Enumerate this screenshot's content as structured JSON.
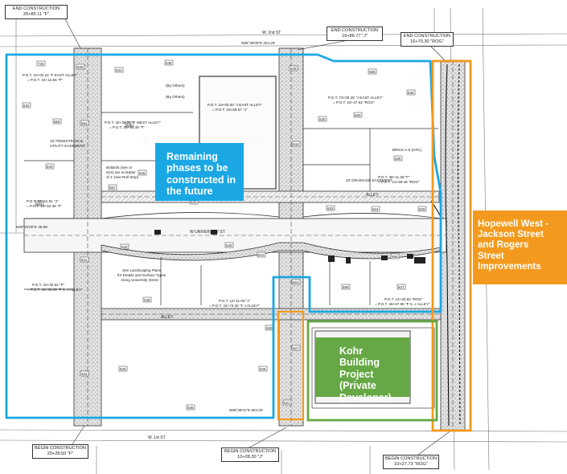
{
  "callouts": {
    "remaining": {
      "lines": [
        "Remaining",
        "phases to be",
        "constructed in",
        "the future"
      ],
      "color": "#1aa7e4"
    },
    "hopewell": {
      "lines": [
        "Hopewell West -",
        "Jackson Street",
        "and Rogers",
        "Street",
        "Improvements"
      ],
      "color": "#f39a1e"
    },
    "kohr": {
      "lines": [
        "Kohr Building",
        "Project",
        "(Private",
        "Developer)"
      ],
      "color": "#65a845"
    }
  },
  "construction_labels": {
    "end_1": {
      "title": "END CONSTRUCTION",
      "station": "26+85.11 \"F\""
    },
    "end_2": {
      "title": "END CONSTRUCTION",
      "station": "16+86.77 \"J\""
    },
    "end_3": {
      "title": "END CONSTRUCTION",
      "station": "16+70.30 \"ROG\""
    },
    "begin_1": {
      "title": "BEGIN CONSTRUCTION",
      "station": "20+28.50 \"F\""
    },
    "begin_2": {
      "title": "BEGIN CONSTRUCTION",
      "station": "10+28.30 \"J\""
    },
    "begin_3": {
      "title": "BEGIN CONSTRUCTION",
      "station": "10+27.73 \"ROG\""
    }
  },
  "street_labels": {
    "w_2nd": "W. 2nd ST",
    "w_university": "W UNIVERSITY ST",
    "w_1st": "W. 1st ST",
    "alley_north": "ALLEY",
    "alley_south": "ALLEY"
  },
  "plan_notes": {
    "pot_w1": "P.O.T. 10+02.22 \"F EAST ALLEY\"",
    "pot_w1b": "= P.O.T. 34+12.56 \"F\"",
    "pot_w2": "P.O.T. 32+25.00 \"F WEST ALLEY\"",
    "pot_w2b": "= P.O.T. 25+32.39 \"F\"",
    "pot_c1": "P.O.T. 10+00.00 \"J EAST ALLEY\"",
    "pot_c1b": "= P.O.T. 15+69.87 \"J\"",
    "pot_e1": "P.O.T. 72+00.28 \"J EAST ALLEY\"",
    "pot_e1b": "= P.O.T. 15+47.63 \"ROG\"",
    "pot_e2": "P.O.T. 38+11.38 \"F\"",
    "pot_e2b": "= P.O.T. 13+59.48 \"ROG\"",
    "pot_w3": "P.O.T. 26+41.81 \"J\"",
    "pot_w3b": "= P.O.T. 23+52.36 \"F\"",
    "pot_w4": "P.O.T. 22+32.52 \"F\"",
    "pot_w4b": "= P.O.T. 40+00.00 \"F S. J ALLEY\"",
    "pot_c2": "P.O.T. 12+11.00 \"J\"",
    "pot_c2b": "= P.O.T. 42+73.30 \"F J ALLEY\"",
    "pot_e3": "P.O.T. 12+33.83 \"ROG\"",
    "pot_e3b": "= P.O.T. 46+67.95 \"F S. J ALLEY\"",
    "landscaping_1": "See Landscaping Plans",
    "landscaping_2": "for Details and Surface Types",
    "landscaping_3": "Along University Street",
    "bollards_1": "Bollards (see or",
    "bollards_2": "size) are at ladder",
    "bollards_3": "of 1' (see Roll Strip)",
    "ped_easement_1": "10' PEDESTRIAN &",
    "ped_easement_2": "UTILITY EASEMENT",
    "drainage": "10' DRAINAGE EASEMENT",
    "by_others_1": "(By Others)",
    "by_others_2": "(By Others)",
    "brick_1": "BRICK A-5 (UTIL)",
    "northing_1": "N89°39'00\"E  204.26'",
    "northing_2": "N89°38'41\"E  604.20'",
    "northing_3": "N89°43'00\"E  49.86'",
    "parcel_tags": [
      "725",
      "632",
      "659",
      "640",
      "631",
      "639",
      "638",
      "657",
      "646",
      "629",
      "656",
      "660",
      "535",
      "633",
      "624",
      "628",
      "510",
      "538",
      "650",
      "626",
      "625",
      "546",
      "598",
      "647",
      "568",
      "632",
      "534",
      "531",
      "663",
      "639",
      "529",
      "630",
      "536",
      "640",
      "645",
      "554",
      "644",
      "641",
      "527"
    ]
  }
}
